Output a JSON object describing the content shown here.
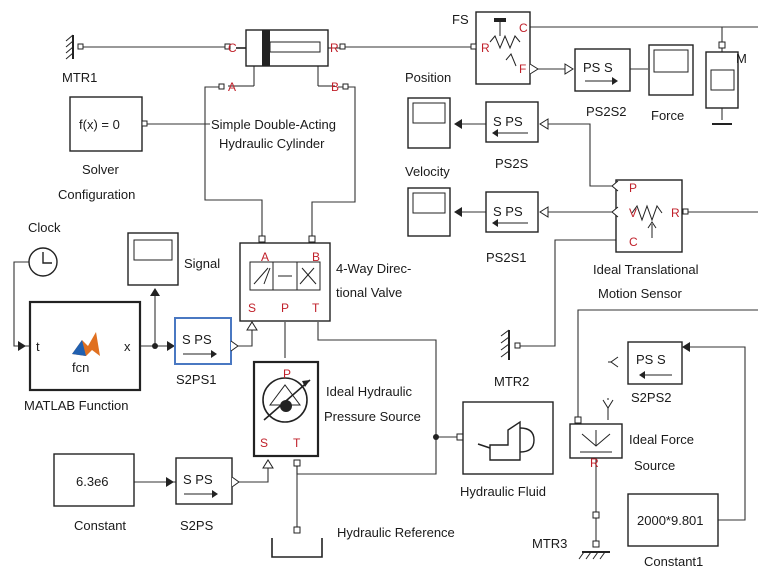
{
  "labels": {
    "fs": "FS",
    "mtr1": "MTR1",
    "m": "M",
    "position": "Position",
    "velocity": "Velocity",
    "ps2s": "PS2S",
    "ps2s1": "PS2S1",
    "ps2s2": "PS2S2",
    "force": "Force",
    "cylinder_line1": "Simple Double-Acting",
    "cylinder_line2": "Hydraulic Cylinder",
    "solver_line1": "Solver",
    "solver_line2": "Configuration",
    "clock": "Clock",
    "signal": "Signal",
    "valve_line1": "4-Way Direc-",
    "valve_line2": "tional Valve",
    "sensor_line1": "Ideal Translational",
    "sensor_line2": "Motion Sensor",
    "mtr2": "MTR2",
    "mtr3": "MTR3",
    "s2ps": "S2PS",
    "s2ps1": "S2PS1",
    "s2ps2": "S2PS2",
    "matlab_fn": "MATLAB Function",
    "pressure_line1": "Ideal Hydraulic",
    "pressure_line2": "Pressure Source",
    "hydraulic_fluid": "Hydraulic Fluid",
    "force_src_line1": "Ideal Force",
    "force_src_line2": "Source",
    "constant": "Constant",
    "constant1": "Constant1",
    "hydraulic_ref": "Hydraulic Reference"
  },
  "block_text": {
    "solver": "f(x) = 0",
    "constant_value": "6.3e6",
    "constant1_value": "2000*9.801",
    "fcn": "fcn",
    "fcn_in": "t",
    "fcn_out": "x",
    "ps_s": "PS S",
    "s_ps": "S PS"
  },
  "port_letters": {
    "c": "C",
    "r": "R",
    "a": "A",
    "b": "B",
    "p": "P",
    "t": "T",
    "s": "S",
    "v": "V",
    "f": "F"
  }
}
